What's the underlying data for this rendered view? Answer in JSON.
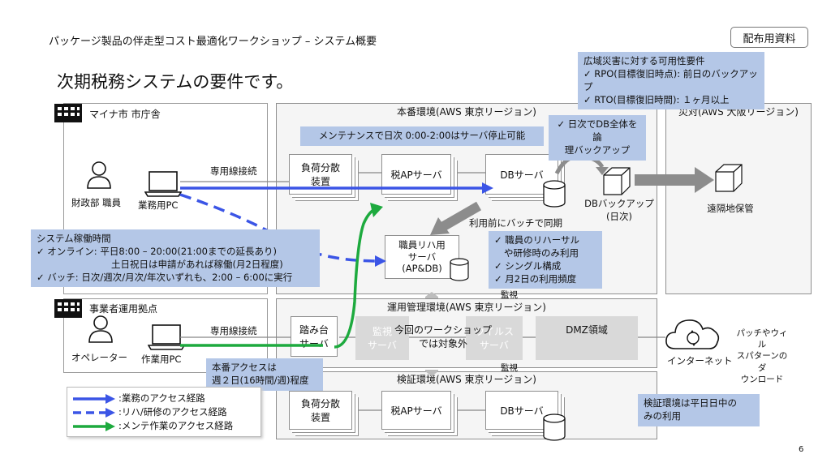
{
  "slide": {
    "subtitle": "パッケージ製品の伴走型コスト最適化ワークショップ – システム概要",
    "title": "次期税務システムの要件です。",
    "distribution_badge": "配布用資料",
    "page_number": "6"
  },
  "availability_note": {
    "title": "広域災害に対する可用性要件",
    "lines": [
      "✓ RPO(目標復旧時点): 前日のバックアップ",
      "✓ RTO(目標復旧時間): １ヶ月以上"
    ]
  },
  "city_hall": {
    "label": "マイナ市 市庁舎",
    "user_label": "財政部 職員",
    "pc_label": "業務用PC",
    "line_label": "専用線接続"
  },
  "operator_site": {
    "label": "事業者運用拠点",
    "user_label": "オペレーター",
    "pc_label": "作業用PC",
    "line_label": "専用線接続"
  },
  "production": {
    "title": "本番環境(AWS 東京リージョン)",
    "maintenance_note": "メンテナンスで日次 0:00-2:00はサーバ停止可能",
    "lb": [
      "負荷分散",
      "装置"
    ],
    "app": "税APサーバ",
    "db": "DBサーバ",
    "backup_note": [
      "✓ 日次でDB全体を論",
      "理バックアップ"
    ],
    "backup_label": [
      "DBバックアップ",
      "(日次)"
    ],
    "sync_note": "利用前にバッチで同期",
    "rehearsal": [
      "職員リハ用",
      "サーバ",
      "(AP&DB)"
    ],
    "rehearsal_note": [
      "✓ 職員のリハーサル",
      "や研修時のみ利用",
      "✓ シングル構成",
      "✓ 月2日の利用頻度"
    ]
  },
  "dr": {
    "title": "災対(AWS 大阪リージョン)",
    "storage_label": "遠隔地保管"
  },
  "uptime_note": {
    "title": "システム稼働時間",
    "lines": [
      "✓ オンライン: 平日8:00 – 20:00(21:00までの延長あり)",
      "土日祝日は申請があれば稼働(月2日程度)",
      "✓ バッチ: 日次/週次/月次/年次いずれも、2:00 – 6:00に実行"
    ]
  },
  "ops": {
    "title": "運用管理環境(AWS 東京リージョン)",
    "bastion": [
      "踏み台",
      "サーバ"
    ],
    "monitor_server": [
      "監視",
      "サーバ"
    ],
    "virus_server": [
      "ウイルス",
      "サーバ"
    ],
    "out_of_scope": [
      "今回のワークショップ",
      "では対象外"
    ],
    "dmz": "DMZ領域",
    "monitor_label_top": "監視",
    "monitor_label_bottom": "監視",
    "access_note": [
      "本番アクセスは",
      "週２日(16時間/週)程度"
    ]
  },
  "internet": {
    "label": "インターネット",
    "download_note": [
      "パッチやウィル",
      "スパターンのダ",
      "ウンロード"
    ]
  },
  "staging": {
    "title": "検証環境(AWS 東京リージョン)",
    "lb": [
      "負荷分散",
      "装置"
    ],
    "app": "税APサーバ",
    "db": "DBサーバ",
    "note": [
      "検証環境は平日日中の",
      "みの利用"
    ]
  },
  "legend": {
    "items": [
      ":業務のアクセス経路",
      ":リハ/研修のアクセス経路",
      ":メンテ作業のアクセス経路"
    ]
  },
  "colors": {
    "business": "#3b55e6",
    "maintenance": "#1daa3e",
    "callout": "#b4c7e7",
    "gray_arrow": "#8c8c8c"
  }
}
